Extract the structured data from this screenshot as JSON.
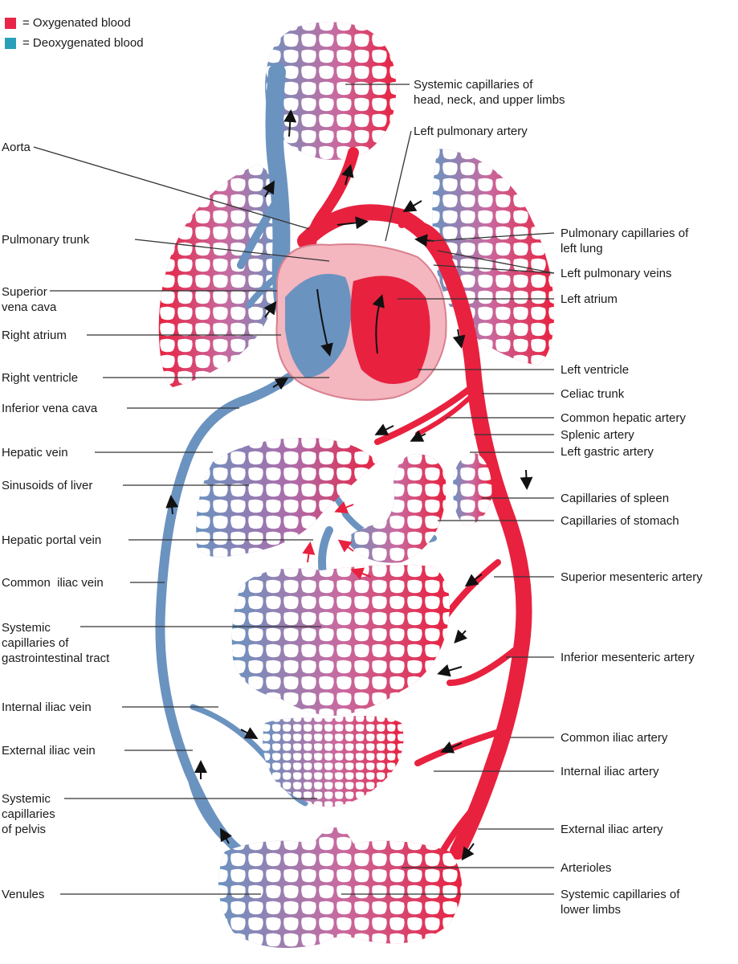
{
  "legend": {
    "items": [
      {
        "text": "= Oxygenated blood",
        "color": "#e8264a"
      },
      {
        "text": "= Deoxygenated blood",
        "color": "#2b9fb9"
      }
    ]
  },
  "colors": {
    "oxygenated": "#e8213f",
    "deoxygenated": "#6b93c0",
    "heart_tissue": "#f4b6bf",
    "leader": "#333333"
  },
  "labels": {
    "systemic_head": "Systemic capillaries of\nhead, neck, and upper limbs",
    "left_pulmonary_artery": "Left pulmonary artery",
    "aorta": "Aorta",
    "pulmonary_trunk": "Pulmonary trunk",
    "pulmonary_capillaries_left_lung": "Pulmonary capillaries of\nleft lung",
    "left_pulmonary_veins": "Left pulmonary veins",
    "superior_vena_cava": "Superior\nvena cava",
    "left_atrium": "Left atrium",
    "right_atrium": "Right atrium",
    "right_ventricle": "Right ventricle",
    "left_ventricle": "Left ventricle",
    "inferior_vena_cava": "Inferior vena cava",
    "celiac_trunk": "Celiac trunk",
    "common_hepatic_artery": "Common hepatic artery",
    "splenic_artery": "Splenic artery",
    "hepatic_vein": "Hepatic vein",
    "left_gastric_artery": "Left gastric artery",
    "sinusoids_of_liver": "Sinusoids of liver",
    "capillaries_of_spleen": "Capillaries of spleen",
    "capillaries_of_stomach": "Capillaries of stomach",
    "hepatic_portal_vein": "Hepatic portal vein",
    "common_iliac_vein": "Common  iliac vein",
    "superior_mesenteric_artery": "Superior mesenteric artery",
    "systemic_gi": "Systemic\ncapillaries of\ngastrointestinal tract",
    "inferior_mesenteric_artery": "Inferior mesenteric artery",
    "internal_iliac_vein": "Internal iliac vein",
    "common_iliac_artery": "Common iliac artery",
    "external_iliac_vein": "External iliac vein",
    "internal_iliac_artery": "Internal iliac artery",
    "systemic_pelvis": "Systemic\ncapillaries\nof pelvis",
    "external_iliac_artery": "External iliac artery",
    "arterioles": "Arterioles",
    "venules": "Venules",
    "systemic_lower_limbs": "Systemic capillaries of\nlower limbs"
  }
}
